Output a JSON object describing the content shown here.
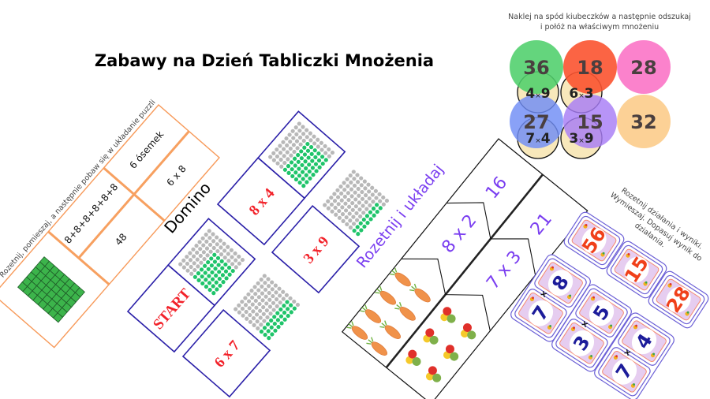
{
  "title": "Zabawy na Dzień Tabliczki Mnożenia",
  "stickers": {
    "instruction_lines": [
      "Naklej na spód kiubeczków a następnie odszukaj",
      "i połóż na właściwym mnożeniu"
    ],
    "results": [
      {
        "value": "36",
        "color": "#4fcf6b"
      },
      {
        "value": "18",
        "color": "#fb5330"
      },
      {
        "value": "28",
        "color": "#fb82cc"
      },
      {
        "value": "27",
        "color": "#6f8cf5"
      },
      {
        "value": "15",
        "color": "#a77cf5"
      },
      {
        "value": "32",
        "color": "#fcd196"
      }
    ],
    "products": [
      {
        "a": "4",
        "x": "×",
        "b": "9"
      },
      {
        "a": "6",
        "x": "×",
        "b": "3"
      },
      {
        "a": "7",
        "x": "×",
        "b": "4"
      },
      {
        "a": "3",
        "x": "×",
        "b": "9"
      }
    ],
    "product_circle_color": "#f8e8bb"
  },
  "puzzle_cards": {
    "instruction": "Rozetnij, pomieszaj, a następnie pobaw się w układanie puzzli",
    "cells": [
      "6 ósemek",
      "6 x 8",
      "8+8+8+8+8+8",
      "48"
    ],
    "grid": {
      "rows": 8,
      "cols": 6
    },
    "border_color": "#f79a5a"
  },
  "domino": {
    "title": "Domino",
    "tiles": [
      {
        "label": "START",
        "dots": {
          "rows": 7,
          "cols": 6
        }
      },
      {
        "label": "6 x 7",
        "dots": {
          "rows": 9,
          "cols": 3
        }
      },
      {
        "label": "8 x 4",
        "dots": {
          "rows": 8,
          "cols": 6
        }
      },
      {
        "label": "3 x 9",
        "dots": {
          "rows": 8,
          "cols": 2
        }
      }
    ],
    "border_color": "#2a1fa8"
  },
  "strip_puzzle": {
    "title": "Rozetnij i układaj",
    "left": [
      "16",
      "8 x 2"
    ],
    "right": [
      "21",
      "7 x 3"
    ],
    "pictures": [
      "carrots",
      "peppers"
    ]
  },
  "matching_cards": {
    "instruction_lines": [
      "Rozetnij działania i wyniki.",
      "Wymieszaj. Dopasuj wynik do",
      "działania."
    ],
    "results": [
      "56",
      "15",
      "28"
    ],
    "pairs": [
      {
        "top": "8",
        "bottom": "7",
        "sign": "×"
      },
      {
        "top": "5",
        "bottom": "3",
        "sign": "×"
      },
      {
        "top": "4",
        "bottom": "7",
        "sign": "×"
      }
    ],
    "result_color": "#f0401a",
    "factor_color": "#1c1c9a"
  }
}
